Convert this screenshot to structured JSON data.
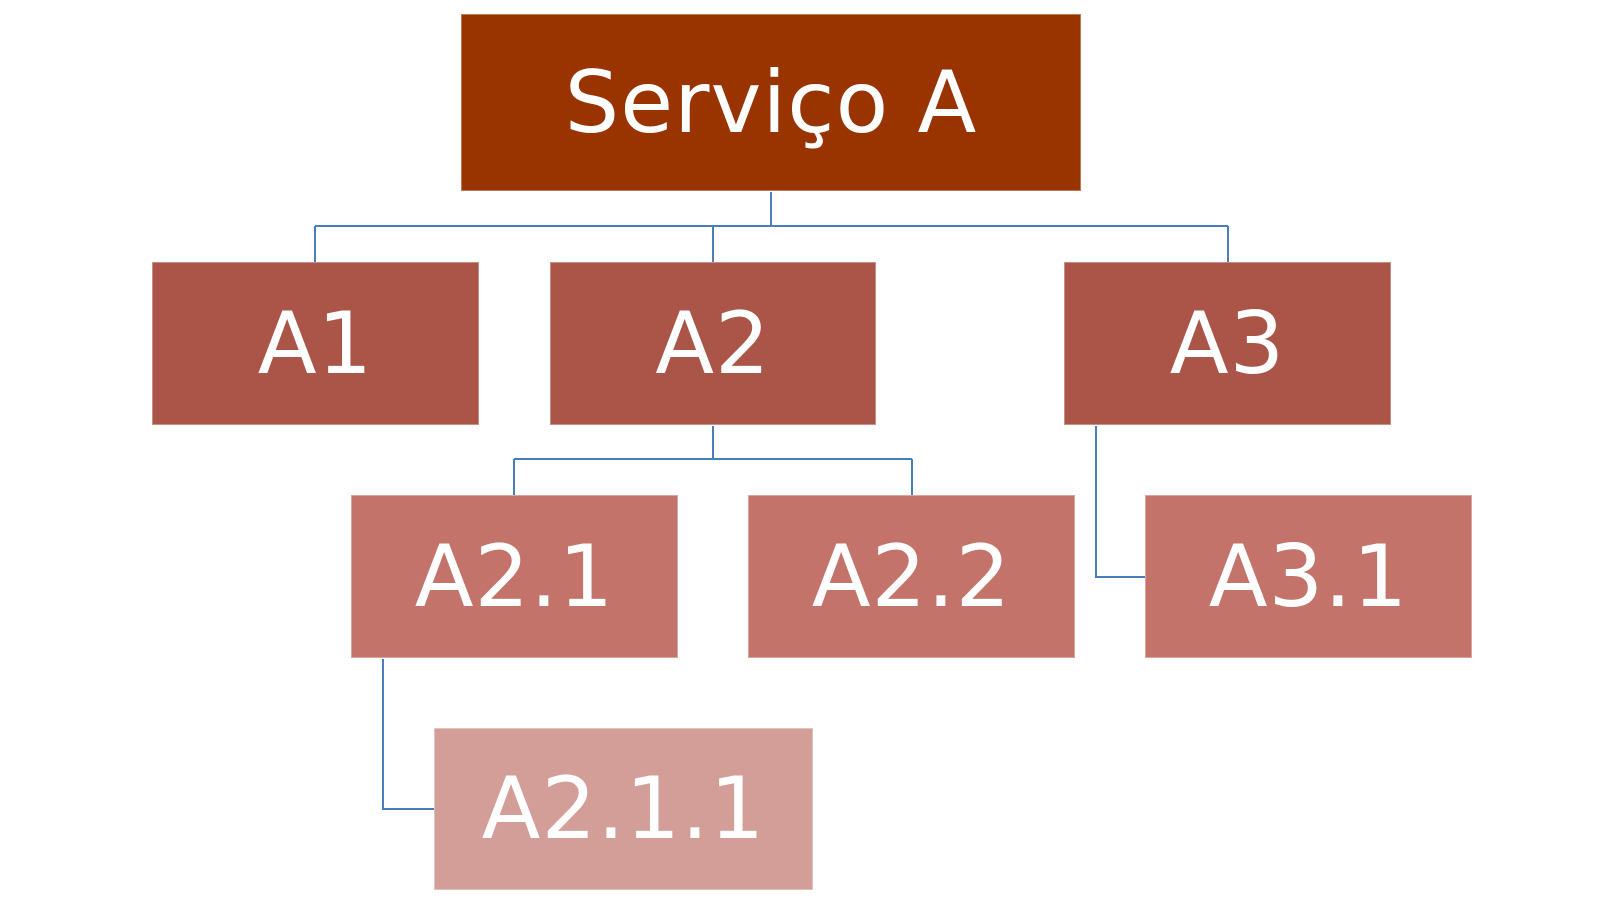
{
  "nodes": {
    "root": "Serviço A",
    "a1": "A1",
    "a2": "A2",
    "a3": "A3",
    "a2_1": "A2.1",
    "a2_2": "A2.2",
    "a3_1": "A3.1",
    "a2_1_1": "A2.1.1"
  },
  "colors": {
    "level0": "#993300",
    "level1": "#ab5448",
    "level2": "#c3736a",
    "level3": "#d49e98",
    "connector": "#4a7ebb",
    "text": "#ffffff"
  }
}
